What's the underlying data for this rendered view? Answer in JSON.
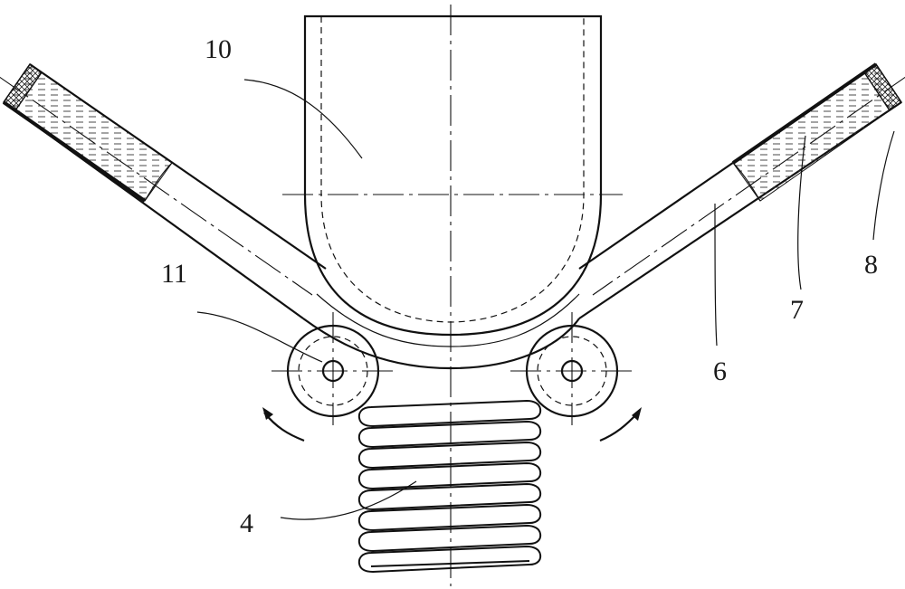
{
  "labels": {
    "punch": "10",
    "roller": "11",
    "sheet": "6",
    "wrap": "7",
    "end_cap": "8",
    "spring": "4"
  },
  "colors": {
    "line": "#111111",
    "background": "#ffffff"
  }
}
